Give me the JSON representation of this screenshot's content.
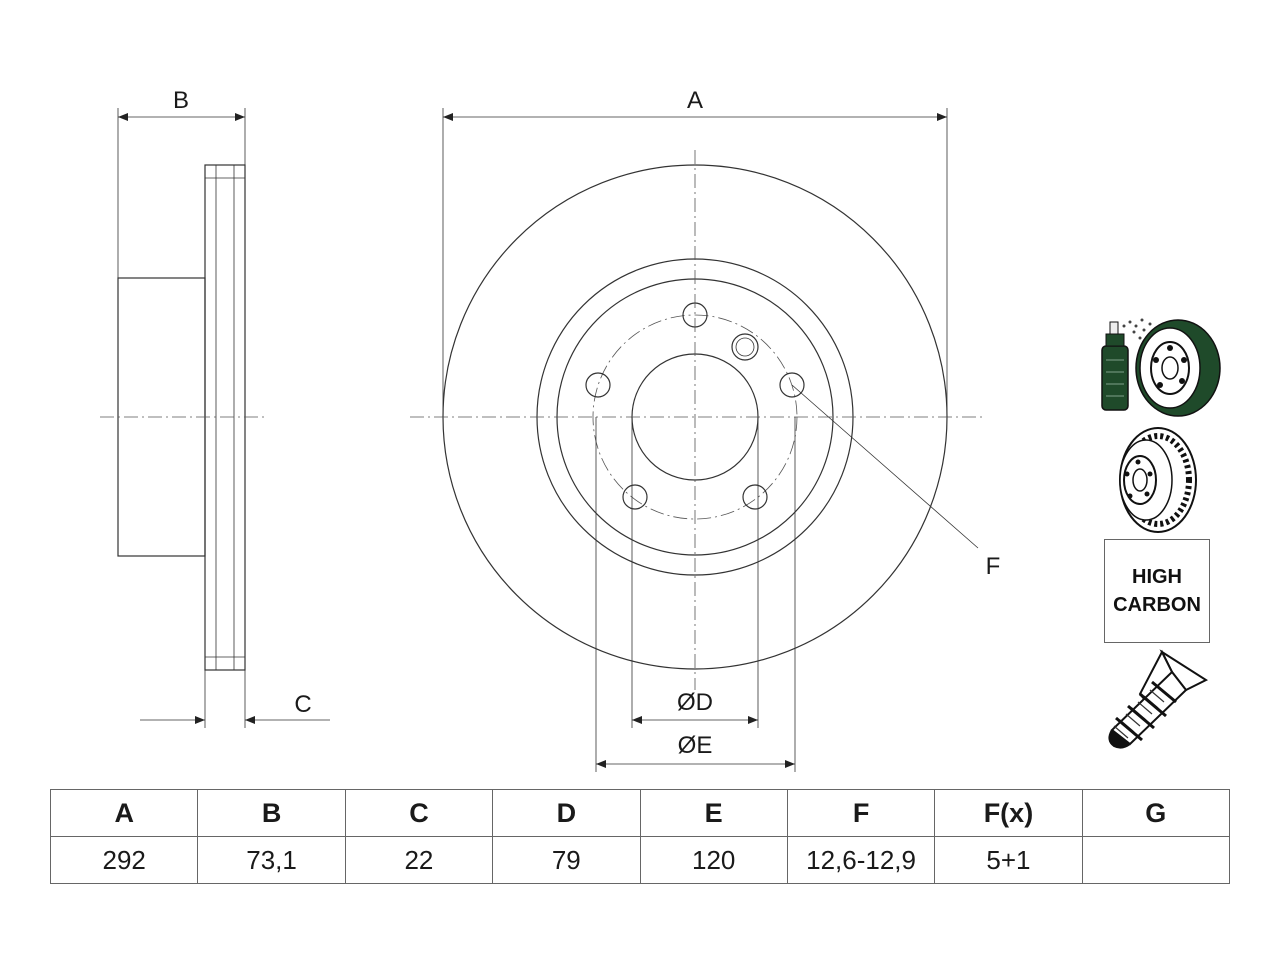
{
  "drawing": {
    "dimension_labels": {
      "a": "A",
      "b": "B",
      "c": "C",
      "d": "ØD",
      "e": "ØE",
      "f": "F"
    }
  },
  "badges": {
    "high_carbon_line1": "HIGH",
    "high_carbon_line2": "CARBON",
    "icons": [
      "coated-disc-icon",
      "ventilated-disc-icon",
      "high-carbon-badge",
      "screw-icon"
    ]
  },
  "spec_table": {
    "headers": [
      "A",
      "B",
      "C",
      "D",
      "E",
      "F",
      "F(x)",
      "G"
    ],
    "values": [
      "292",
      "73,1",
      "22",
      "79",
      "120",
      "12,6-12,9",
      "5+1",
      ""
    ]
  },
  "colors": {
    "line": "#333333",
    "coating_green": "#1f4a2a"
  }
}
